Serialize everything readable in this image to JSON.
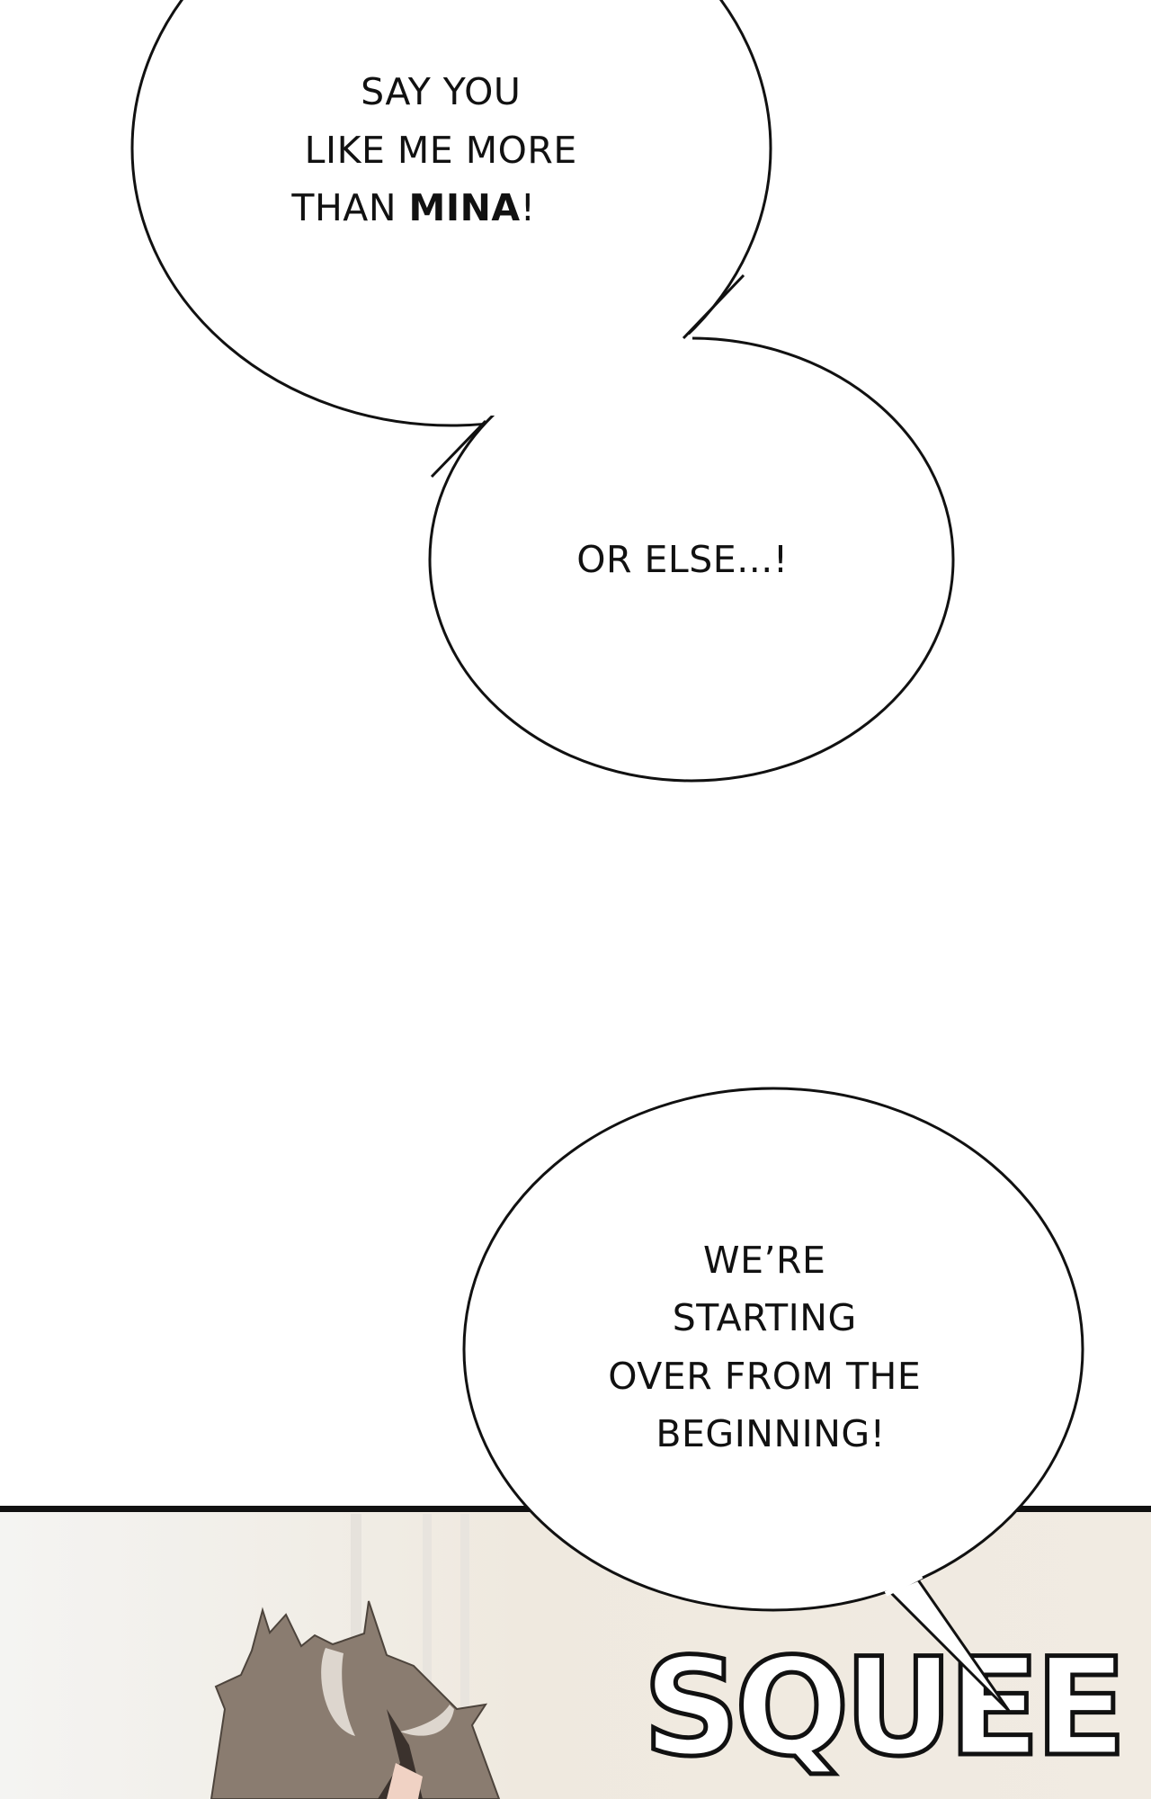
{
  "bubbles": [
    {
      "lines": [
        "SAY YOU",
        "LIKE ME MORE",
        "THAN "
      ],
      "emphasis": "MINA",
      "end": "!"
    },
    {
      "lines": [
        "OR ELSE...!"
      ]
    },
    {
      "lines": [
        "WE’RE",
        "STARTING",
        "OVER FROM THE",
        "BEGINNING!"
      ]
    }
  ],
  "sfx": "SQUEE",
  "colors": {
    "panel_bg": "#efe9df",
    "hair": "#8a7c70",
    "outline": "#111111"
  }
}
